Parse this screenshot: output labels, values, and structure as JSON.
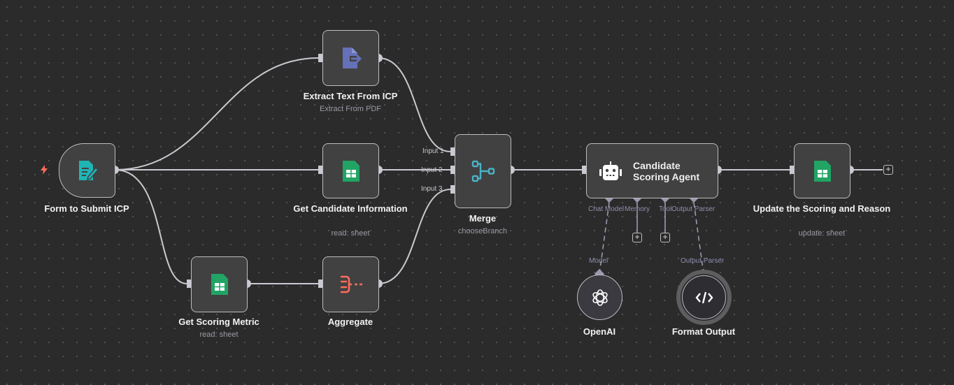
{
  "nodes": {
    "form": {
      "title": "Form to Submit ICP",
      "icon": "form-icon"
    },
    "extract": {
      "title": "Extract Text From ICP",
      "subtitle": "Extract From PDF",
      "icon": "file-export-icon"
    },
    "candidate": {
      "title": "Get Candidate Information",
      "subtitle": "read: sheet",
      "icon": "google-sheets-icon"
    },
    "scoring": {
      "title": "Get Scoring Metric",
      "subtitle": "read: sheet",
      "icon": "google-sheets-icon"
    },
    "aggregate": {
      "title": "Aggregate",
      "icon": "aggregate-icon"
    },
    "merge": {
      "title": "Merge",
      "subtitle": "chooseBranch",
      "inputs": [
        "Input 1",
        "Input 2",
        "Input 3"
      ],
      "icon": "merge-icon"
    },
    "agent": {
      "title": "Candidate Scoring Agent",
      "icon": "robot-icon",
      "ports": [
        "Chat Model",
        "Memory",
        "Tool",
        "Output Parser"
      ]
    },
    "update": {
      "title": "Update the Scoring and Reason",
      "subtitle": "update: sheet",
      "icon": "google-sheets-icon"
    },
    "openai": {
      "title": "OpenAI",
      "port": "Model",
      "icon": "openai-icon"
    },
    "format": {
      "title": "Format Output",
      "port": "Output Parser",
      "icon": "code-icon"
    }
  },
  "colors": {
    "sheets": "#21a464",
    "trigger": "#ff6d5a",
    "form": "#1fb5b5",
    "extract": "#6571b8",
    "aggregate": "#ff6d5a",
    "merge": "#49b3c4"
  }
}
